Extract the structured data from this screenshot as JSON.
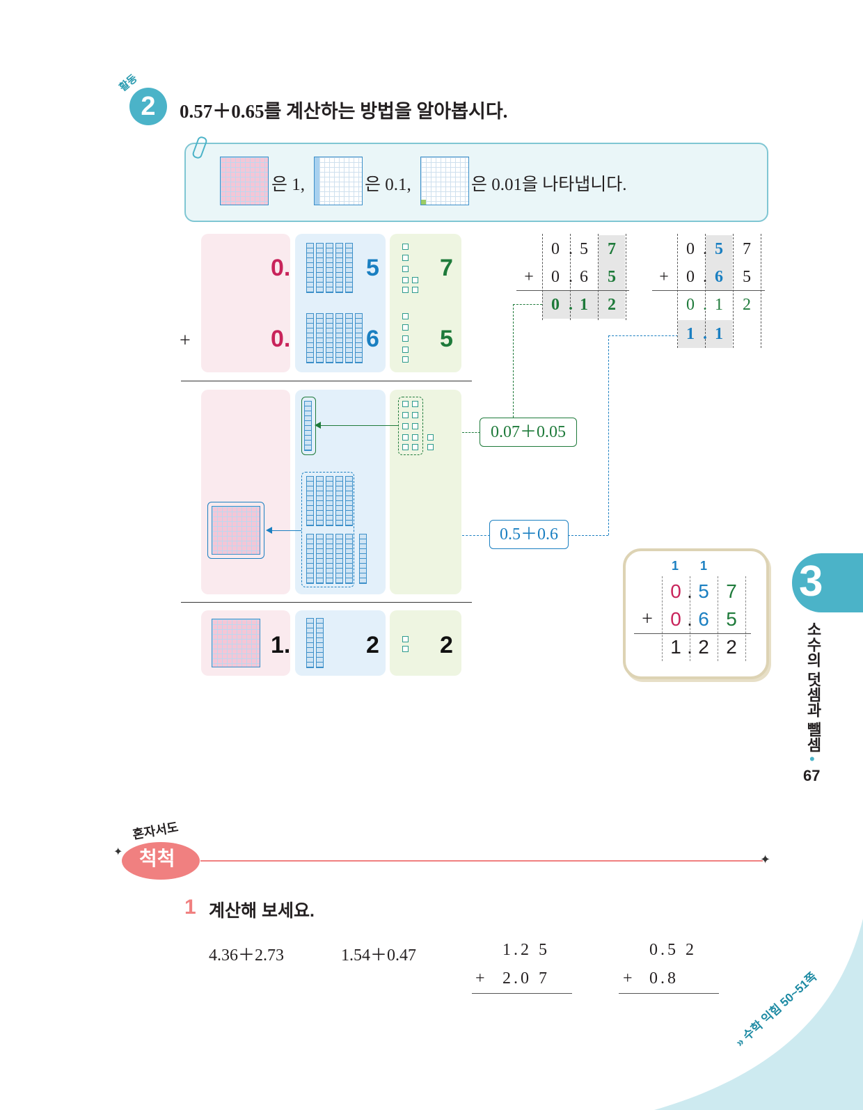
{
  "activity": {
    "tag": "활동",
    "number": "2",
    "title": "0.57＋0.65를 계산하는 방법을 알아봅시다."
  },
  "info": {
    "seg1": "은 1,",
    "seg2": "은 0.1,",
    "seg3": "은 0.01을 나타냅니다."
  },
  "model": {
    "row1": {
      "ones": "0.",
      "tenths": "5",
      "hundredths": "7"
    },
    "plus": "+",
    "row2": {
      "ones": "0.",
      "tenths": "6",
      "hundredths": "5"
    },
    "result": {
      "ones": "1.",
      "tenths": "2",
      "hundredths": "2"
    },
    "box_hundredths": "0.07＋0.05",
    "box_tenths": "0.5＋0.6"
  },
  "calc1": {
    "r1": [
      "0",
      ".",
      "5",
      "7"
    ],
    "op": "+",
    "r2": [
      "0",
      ".",
      "6",
      "5"
    ],
    "r3": [
      "0",
      ".",
      "1",
      "2"
    ]
  },
  "calc2": {
    "r1": [
      "0",
      ".",
      "5",
      "7"
    ],
    "op": "+",
    "r2": [
      "0",
      ".",
      "6",
      "5"
    ],
    "r3": [
      "0",
      ".",
      "1",
      "2"
    ],
    "r4": [
      "1",
      ".",
      "1"
    ]
  },
  "calc3": {
    "carry": [
      "1",
      "1"
    ],
    "r1": [
      "0",
      ".",
      "5",
      "7"
    ],
    "op": "+",
    "r2": [
      "0",
      ".",
      "6",
      "5"
    ],
    "r3": [
      "1",
      ".",
      "2",
      "2"
    ]
  },
  "chapter": {
    "number": "3",
    "title": "소수의 덧셈과 뺄셈",
    "bullet": "•",
    "page": "67"
  },
  "practice": {
    "badge_top": "혼자서도",
    "badge_main": "척척",
    "q_num": "1",
    "q_text": "계산해 보세요.",
    "p1": "4.36＋2.73",
    "p2": "1.54＋0.47",
    "p3": {
      "r1": "1.2 5",
      "op": "+",
      "r2": "2.0 7"
    },
    "p4": {
      "r1": "0.5 2",
      "op": "+",
      "r2": "0.8"
    },
    "corner": "» 수학 익힘 50~51쪽"
  }
}
